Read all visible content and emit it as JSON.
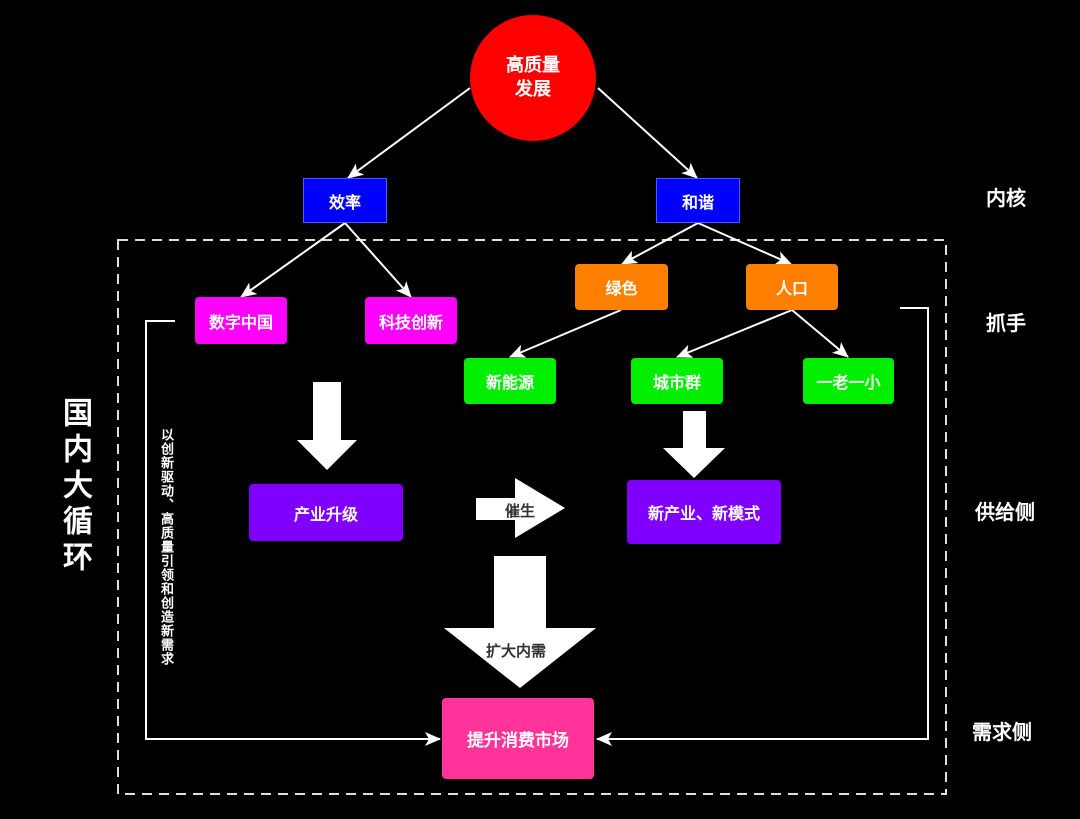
{
  "root": {
    "line1": "高质量",
    "line2": "发展"
  },
  "core": {
    "efficiency": "效率",
    "harmony": "和谐"
  },
  "handles": {
    "digital_china": "数字中国",
    "tech_innovation": "科技创新",
    "green": "绿色",
    "population": "人口"
  },
  "leaves": {
    "new_energy": "新能源",
    "city_cluster": "城市群",
    "old_young": "一老一小"
  },
  "supply": {
    "industry_upgrade": "产业升级",
    "catalyze": "催生",
    "new_industry": "新产业、新模式"
  },
  "demand": {
    "expand_demand": "扩大内需",
    "consumer_market": "提升消费市场"
  },
  "side_labels": {
    "core": "内核",
    "handle": "抓手",
    "supply_side": "供给侧",
    "demand_side": "需求侧"
  },
  "left_title": "国内大循环",
  "left_note": "以创新驱动、高质量引领和创造新需求",
  "colors": {
    "root": "#ff0000",
    "core": "#0000ff",
    "digital": "#ff00ff",
    "green_group": "#ff7f00",
    "leaf": "#00ee00",
    "supply": "#7f00ff",
    "demand": "#ff3399"
  }
}
